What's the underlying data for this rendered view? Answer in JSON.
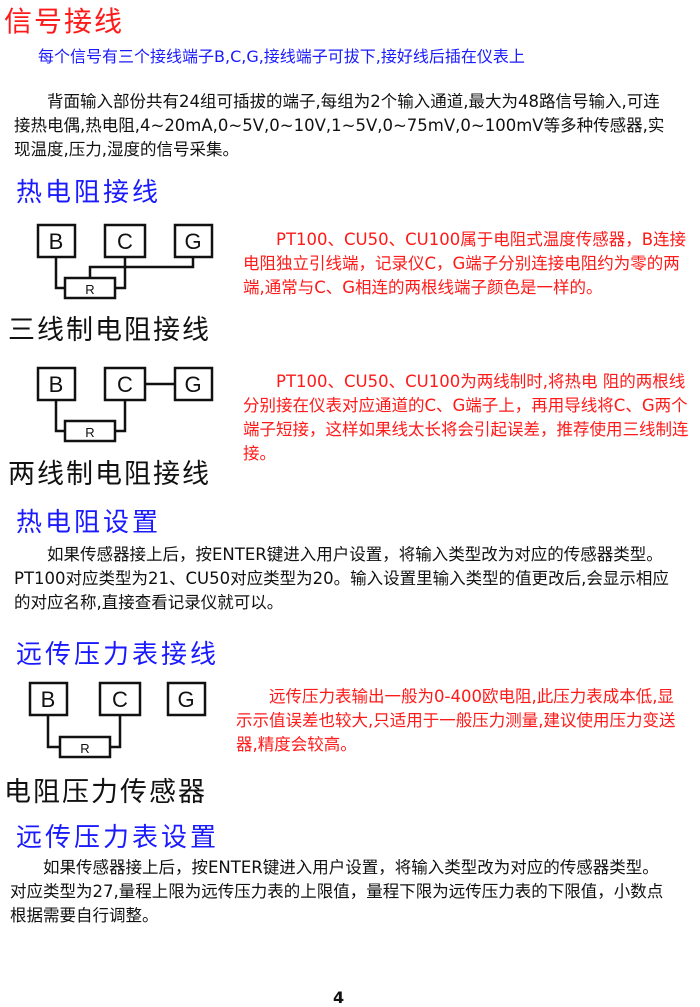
{
  "title": "信号接线",
  "subtitle": "每个信号有三个接线端子B,C,G,接线端子可拔下,接好线后插在仪表上",
  "intro": "背面输入部份共有24组可插拔的端子,每组为2个输入通道,最大为48路信号输入,可连接热电偶,热电阻,4~20mA,0~5V,0~10V,1~5V,0~75mV,0~100mV等多种传感器,实现温度,压力,湿度的信号采集。",
  "rtd_wiring": {
    "heading": "热电阻接线",
    "three_wire": {
      "label": "三线制电阻接线",
      "terminals": [
        "B",
        "C",
        "G"
      ],
      "resistor": "R",
      "note": "PT100、CU50、CU100属于电阻式温度传感器，B连接电阻独立引线端，记录仪C，G端子分别连接电阻约为零的两端,通常与C、G相连的两根线端子颜色是一样的。"
    },
    "two_wire": {
      "label": "两线制电阻接线",
      "terminals": [
        "B",
        "C",
        "G"
      ],
      "resistor": "R",
      "note": "PT100、CU50、CU100为两线制时,将热电 阻的两根线分别接在仪表对应通道的C、G端子上，再用导线将C、G两个端子短接，这样如果线太长将会引起误差，推荐使用三线制连接。"
    }
  },
  "rtd_setup": {
    "heading": "热电阻设置",
    "text": "如果传感器接上后，按ENTER键进入用户设置，将输入类型改为对应的传感器类型。 PT100对应类型为21、CU50对应类型为20。输入设置里输入类型的值更改后,会显示相应的对应名称,直接查看记录仪就可以。"
  },
  "pressure_wiring": {
    "heading": "远传压力表接线",
    "label": "电阻压力传感器",
    "terminals": [
      "B",
      "C",
      "G"
    ],
    "resistor": "R",
    "note": "远传压力表输出一般为0-400欧电阻,此压力表成本低,显示示值误差也较大,只适用于一般压力测量,建议使用压力变送器,精度会较高。"
  },
  "pressure_setup": {
    "heading": "远传压力表设置",
    "text": "如果传感器接上后，按ENTER键进入用户设置，将输入类型改为对应的传感器类型。 对应类型为27,量程上限为远传压力表的上限值，量程下限为远传压力表的下限值，小数点根据需要自行调整。"
  },
  "page_number": "4"
}
